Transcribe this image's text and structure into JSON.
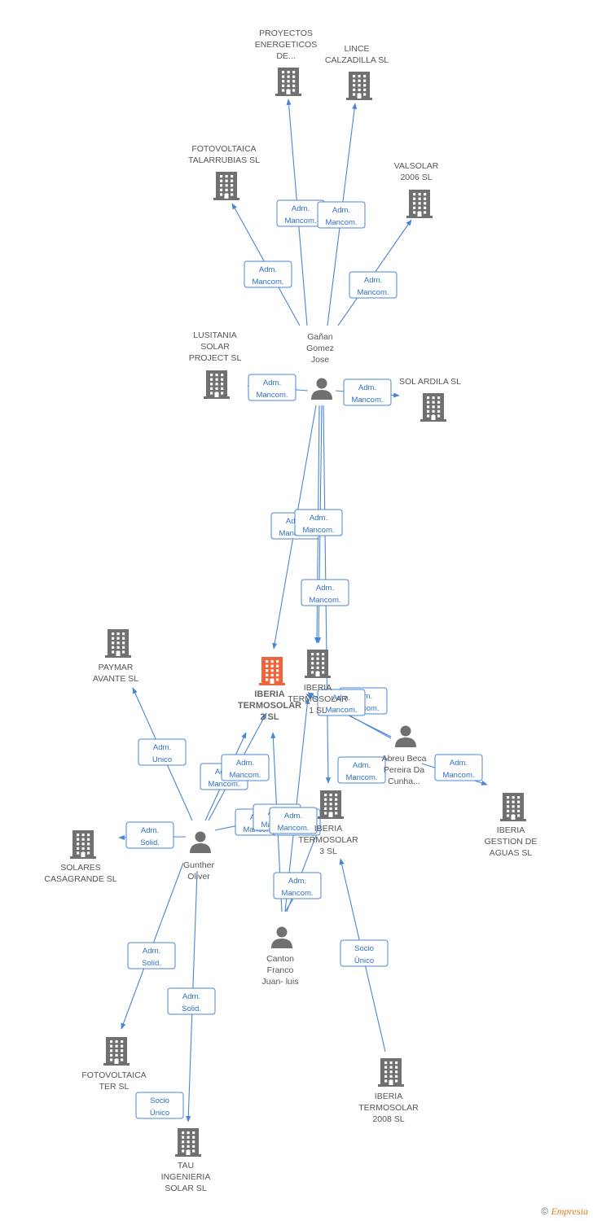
{
  "colors": {
    "edge": "#4a86d6",
    "company": "#707070",
    "company_main": "#f0643c",
    "person": "#707070"
  },
  "nodes": [
    {
      "id": "proyectos",
      "type": "company",
      "lines": [
        "PROYECTOS",
        "ENERGETICOS",
        "DE..."
      ]
    },
    {
      "id": "lince",
      "type": "company",
      "lines": [
        "LINCE",
        "CALZADILLA SL"
      ]
    },
    {
      "id": "fotovoltaica-tal",
      "type": "company",
      "lines": [
        "FOTOVOLTAICA",
        "TALARRUBIAS SL"
      ]
    },
    {
      "id": "valsolar",
      "type": "company",
      "lines": [
        "VALSOLAR",
        "2006 SL"
      ]
    },
    {
      "id": "lusitania",
      "type": "company",
      "lines": [
        "LUSITANIA",
        "SOLAR",
        "PROJECT SL"
      ]
    },
    {
      "id": "gagnan",
      "type": "person",
      "lines": [
        "Gañan",
        "Gomez",
        "Jose"
      ]
    },
    {
      "id": "sol-ardila",
      "type": "company",
      "lines": [
        "SOL ARDILA SL"
      ]
    },
    {
      "id": "paymar",
      "type": "company",
      "lines": [
        "PAYMAR",
        "AVANTE SL"
      ]
    },
    {
      "id": "iberia-2",
      "type": "company",
      "main": true,
      "lines": [
        "IBERIA",
        "TERMOSOLAR",
        "2 SL"
      ]
    },
    {
      "id": "iberia-1",
      "type": "company",
      "lines": [
        "IBERIA",
        "TERMOSOLAR",
        "1 SL"
      ]
    },
    {
      "id": "abreu",
      "type": "person",
      "lines": [
        "Abreu Beca",
        "Pereira Da",
        "Cunha..."
      ]
    },
    {
      "id": "iberia-3",
      "type": "company",
      "lines": [
        "IBERIA",
        "TERMOSOLAR",
        "3 SL"
      ]
    },
    {
      "id": "iberia-gestion",
      "type": "company",
      "lines": [
        "IBERIA",
        "GESTION DE",
        "AGUAS SL"
      ]
    },
    {
      "id": "solares",
      "type": "company",
      "lines": [
        "SOLARES",
        "CASAGRANDE SL"
      ]
    },
    {
      "id": "gunther",
      "type": "person",
      "lines": [
        "Gunther",
        "Oliver"
      ]
    },
    {
      "id": "canton",
      "type": "person",
      "lines": [
        "Canton",
        "Franco",
        "Juan- luis"
      ]
    },
    {
      "id": "fotovoltaica-ter",
      "type": "company",
      "lines": [
        "FOTOVOLTAICA",
        "TER SL"
      ]
    },
    {
      "id": "iberia-2008",
      "type": "company",
      "lines": [
        "IBERIA",
        "TERMOSOLAR",
        "2008 SL"
      ]
    },
    {
      "id": "tau",
      "type": "company",
      "lines": [
        "TAU",
        "INGENIERIA",
        "SOLAR SL"
      ]
    }
  ],
  "edges": [
    {
      "from": "gagnan",
      "to": "proyectos",
      "label": [
        "Adm.",
        "Mancom."
      ]
    },
    {
      "from": "gagnan",
      "to": "lince",
      "label": [
        "Adm.",
        "Mancom."
      ]
    },
    {
      "from": "gagnan",
      "to": "fotovoltaica-tal",
      "label": [
        "Adm.",
        "Mancom."
      ]
    },
    {
      "from": "gagnan",
      "to": "valsolar",
      "label": [
        "Adm.",
        "Mancom."
      ]
    },
    {
      "from": "gagnan",
      "to": "lusitania",
      "label": [
        "Adm.",
        "Mancom."
      ]
    },
    {
      "from": "gagnan",
      "to": "sol-ardila",
      "label": [
        "Adm.",
        "Mancom."
      ]
    },
    {
      "from": "gagnan",
      "to": "iberia-2",
      "label": [
        "Adm.",
        "Mancom."
      ]
    },
    {
      "from": "gagnan",
      "to": "iberia-1",
      "label": [
        "Adm.",
        "Mancom."
      ]
    },
    {
      "from": "gagnan",
      "to": "iberia-1",
      "label": [
        "Adm.",
        "Mancom."
      ]
    },
    {
      "from": "gagnan",
      "to": "iberia-3",
      "label": [
        "Adm.",
        "Mancom."
      ]
    },
    {
      "from": "abreu",
      "to": "iberia-1",
      "label": [
        "Adm.",
        "Mancom."
      ]
    },
    {
      "from": "abreu",
      "to": "iberia-1",
      "label": [
        "Adm.",
        "Mancom."
      ]
    },
    {
      "from": "abreu",
      "to": "iberia-3",
      "label": [
        "Adm.",
        "Mancom."
      ]
    },
    {
      "from": "abreu",
      "to": "iberia-gestion",
      "label": [
        "Adm.",
        "Mancom."
      ]
    },
    {
      "from": "gunther",
      "to": "paymar",
      "label": [
        "Adm.",
        "Unico"
      ]
    },
    {
      "from": "gunther",
      "to": "iberia-2",
      "label": [
        "Adm.",
        "Mancom."
      ]
    },
    {
      "from": "gunther",
      "to": "iberia-2",
      "label": [
        "Adm.",
        "Mancom."
      ]
    },
    {
      "from": "gunther",
      "to": "iberia-3",
      "label": [
        "Adm.",
        "Mancom."
      ]
    },
    {
      "from": "gunther",
      "to": "solares",
      "label": [
        "Adm.",
        "Solid."
      ]
    },
    {
      "from": "gunther",
      "to": "fotovoltaica-ter",
      "label": [
        "Adm.",
        "Solid."
      ]
    },
    {
      "from": "gunther",
      "to": "tau",
      "label": [
        "Adm.",
        "Solid."
      ]
    },
    {
      "from": "canton",
      "to": "iberia-2",
      "label": [
        "Adm.",
        "Mancom."
      ]
    },
    {
      "from": "canton",
      "to": "iberia-1",
      "label": [
        "Adm.",
        "Mancom."
      ]
    },
    {
      "from": "canton",
      "to": "iberia-3",
      "label": [
        "Adm.",
        "Mancom."
      ]
    },
    {
      "from": "canton",
      "to": "iberia-3",
      "label": [
        "Adm.",
        "Mancom."
      ]
    },
    {
      "from": "iberia-2008",
      "to": "iberia-3",
      "label": [
        "Socio",
        "Único"
      ]
    },
    {
      "from": "tau",
      "to": "tau",
      "label": [
        "Socio",
        "Único"
      ]
    }
  ],
  "footer": {
    "copyright": "©",
    "brand": "Empresia"
  }
}
